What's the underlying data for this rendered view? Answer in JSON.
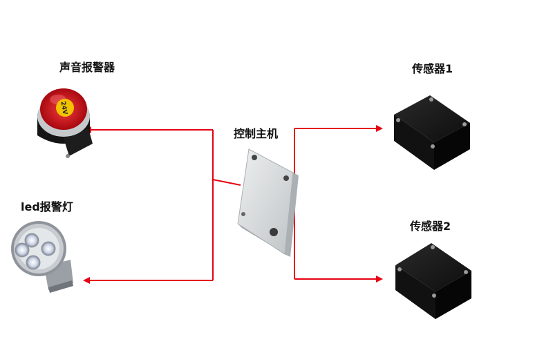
{
  "labels": {
    "siren": "声音报警器",
    "led": "led报警灯",
    "controller": "控制主机",
    "sensor1": "传感器1",
    "sensor2": "传感器2"
  },
  "siren_badge": "24V",
  "colors": {
    "arrow": "#e60012",
    "sensor_box": "#1a1a1a",
    "controller_box": "#d8dcdd",
    "siren_red": "#d8121e",
    "siren_yellow": "#f2c200"
  },
  "icons": [
    "siren-icon",
    "led-lamp-icon",
    "controller-box-icon",
    "sensor-box-icon"
  ]
}
